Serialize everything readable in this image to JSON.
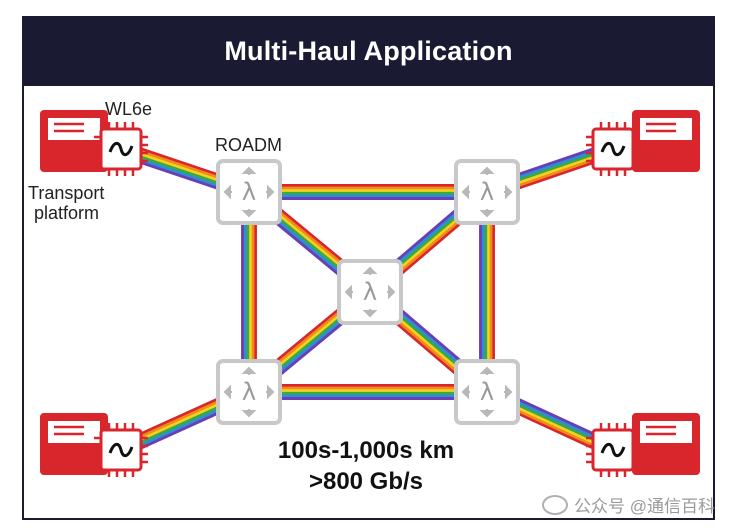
{
  "title": "Multi-Haul Application",
  "labels": {
    "module": "WL6e",
    "roadm": "ROADM",
    "transport_line1": "Transport",
    "transport_line2": "platform"
  },
  "roadm_symbol": "λ",
  "module_symbol": "~",
  "specs": {
    "distance": "100s-1,000s km",
    "rate": ">800 Gb/s"
  },
  "watermark": "公众号 @通信百科",
  "colors": {
    "title_bg": "#1b1a33",
    "platform_red": "#d9262c",
    "roadm_gray": "#c8c8c8",
    "rainbow": [
      "#d9262c",
      "#f08a1c",
      "#f4d21a",
      "#3aa845",
      "#2a8fd6",
      "#6a3fb5"
    ]
  }
}
